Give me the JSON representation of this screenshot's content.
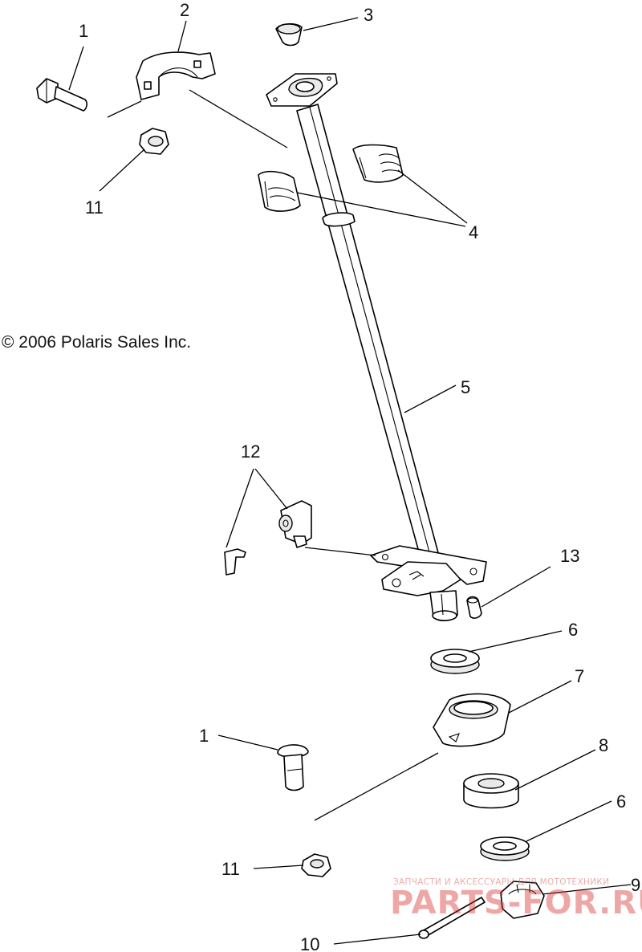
{
  "copyright": "© 2006 Polaris Sales Inc.",
  "callouts": {
    "c1_top": "1",
    "c2": "2",
    "c3": "3",
    "c4": "4",
    "c5": "5",
    "c6_upper": "6",
    "c6_lower": "6",
    "c7": "7",
    "c8": "8",
    "c9": "9",
    "c10": "10",
    "c11_top": "11",
    "c11_bottom": "11",
    "c12": "12",
    "c13": "13",
    "c1_bottom": "1"
  },
  "watermark": {
    "tagline": "ЗАПЧАСТИ И АКСЕССУАРЫ ДЛЯ МОТОТЕХНИКИ",
    "brand": "PARTS-FOR.RU"
  },
  "colors": {
    "line": "#000000",
    "watermark": "#d92f2f"
  }
}
